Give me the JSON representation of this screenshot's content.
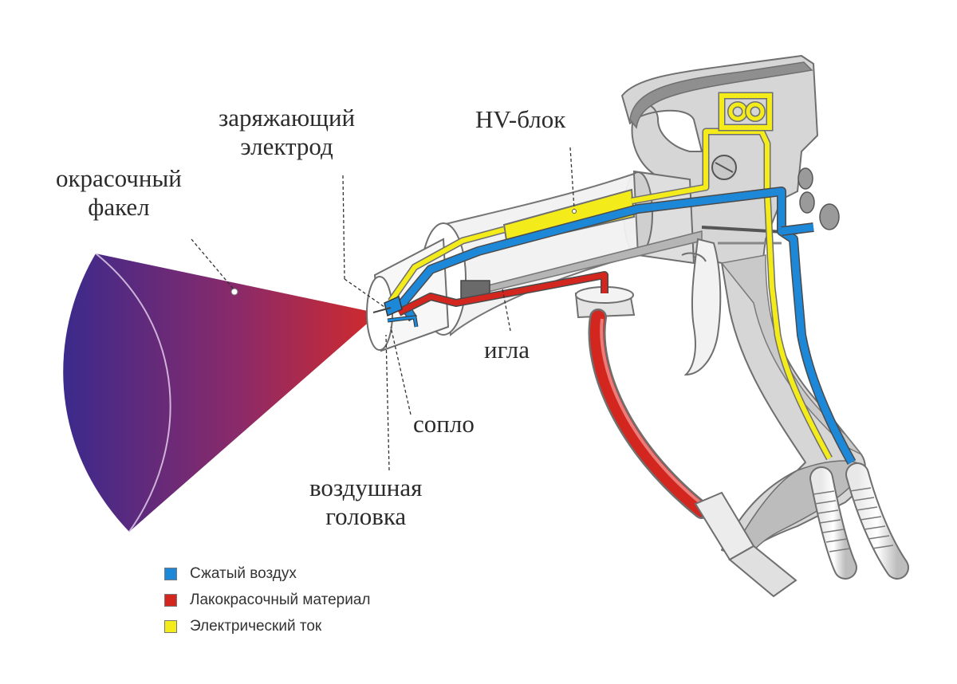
{
  "labels": {
    "charging_electrode": [
      "заряжающий",
      "электрод"
    ],
    "hv_block": "HV-блок",
    "spray_plume": [
      "окрасочный",
      "факел"
    ],
    "needle": "игла",
    "nozzle": "сопло",
    "air_cap": [
      "воздушная",
      "головка"
    ]
  },
  "legend": [
    {
      "label": "Сжатый воздух",
      "color": "#1e88d8"
    },
    {
      "label": "Лакокрасочный материал",
      "color": "#d3261f"
    },
    {
      "label": "Электрический ток",
      "color": "#f3ec1a"
    }
  ],
  "colors": {
    "air": "#1e88d8",
    "paint": "#d3261f",
    "current": "#f3ec1a",
    "body": "#d9d9d9",
    "body_dark": "#a8a8a8",
    "plume_start": "#3b2a8c",
    "plume_end": "#d22a2a"
  }
}
